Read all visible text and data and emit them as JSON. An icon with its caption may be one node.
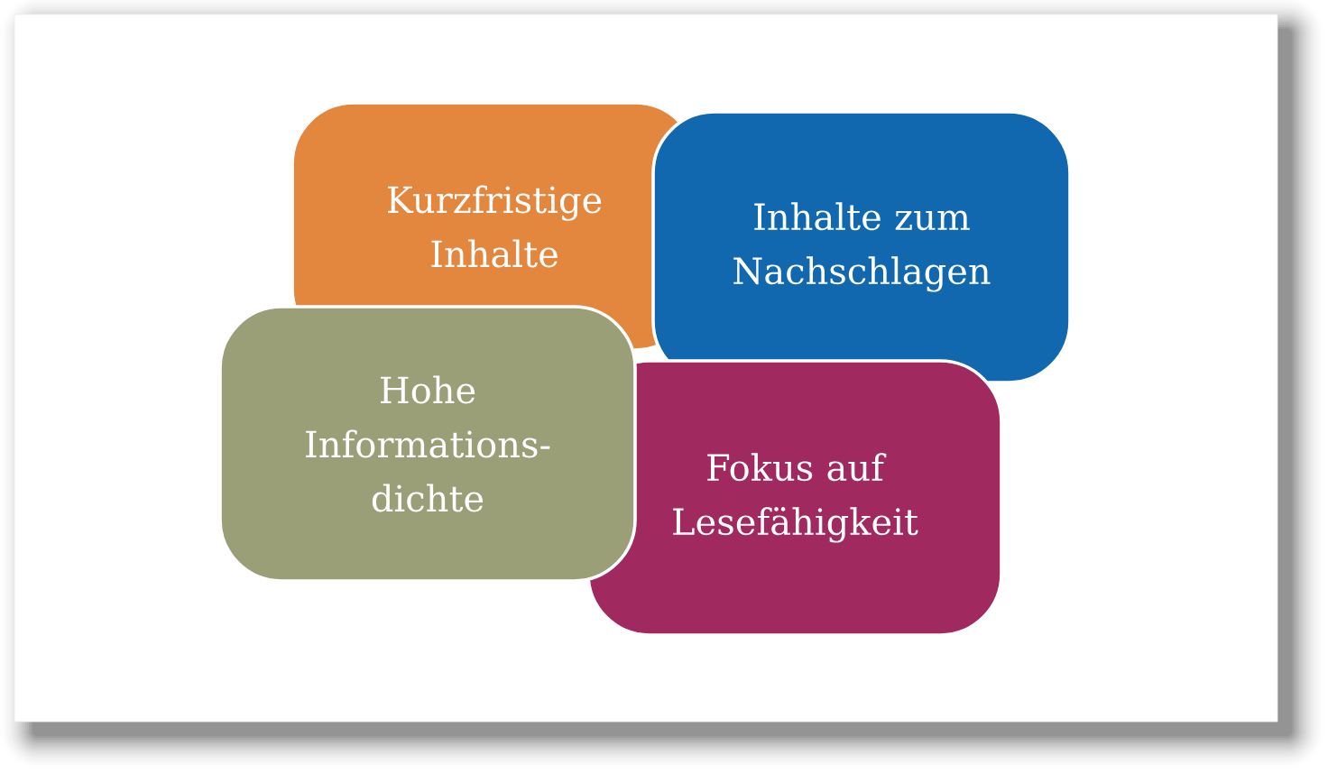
{
  "diagram": {
    "nodes": [
      {
        "text": [
          "Kurzfristige Inhalte"
        ]
      },
      {
        "text": [
          "Inhalte zum Nachschlagen"
        ]
      },
      {
        "text": [
          "Hohe Informations- dichte"
        ]
      },
      {
        "text": [
          "Fokus auf Lesefähigkeit"
        ]
      }
    ]
  }
}
